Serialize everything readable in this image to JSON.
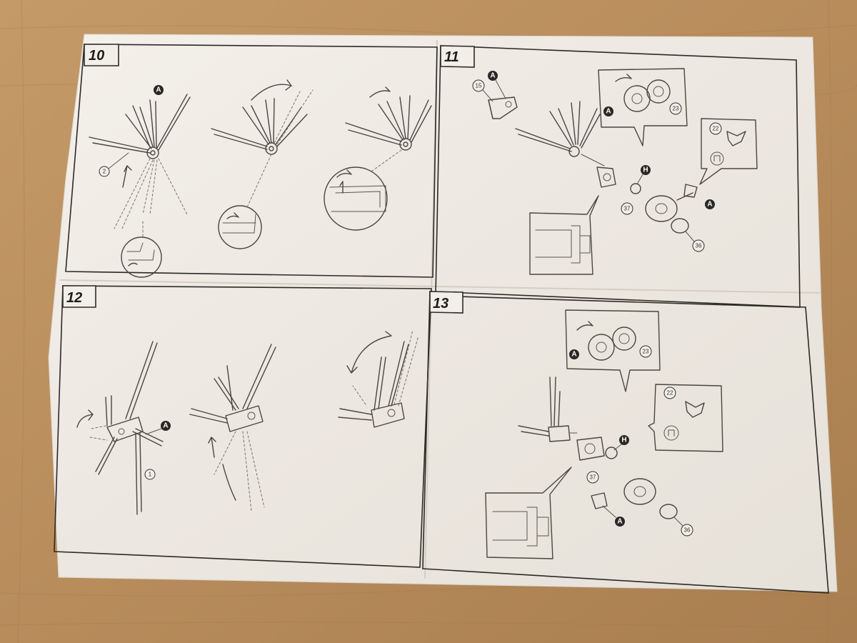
{
  "sheet": {
    "steps": [
      {
        "number": "10"
      },
      {
        "number": "11"
      },
      {
        "number": "12"
      },
      {
        "number": "13"
      }
    ]
  },
  "callouts": {
    "A": "A",
    "H": "H",
    "n1": "1",
    "n2": "2",
    "n15": "15",
    "n22": "22",
    "n23": "23",
    "n36": "36",
    "n37": "37"
  }
}
